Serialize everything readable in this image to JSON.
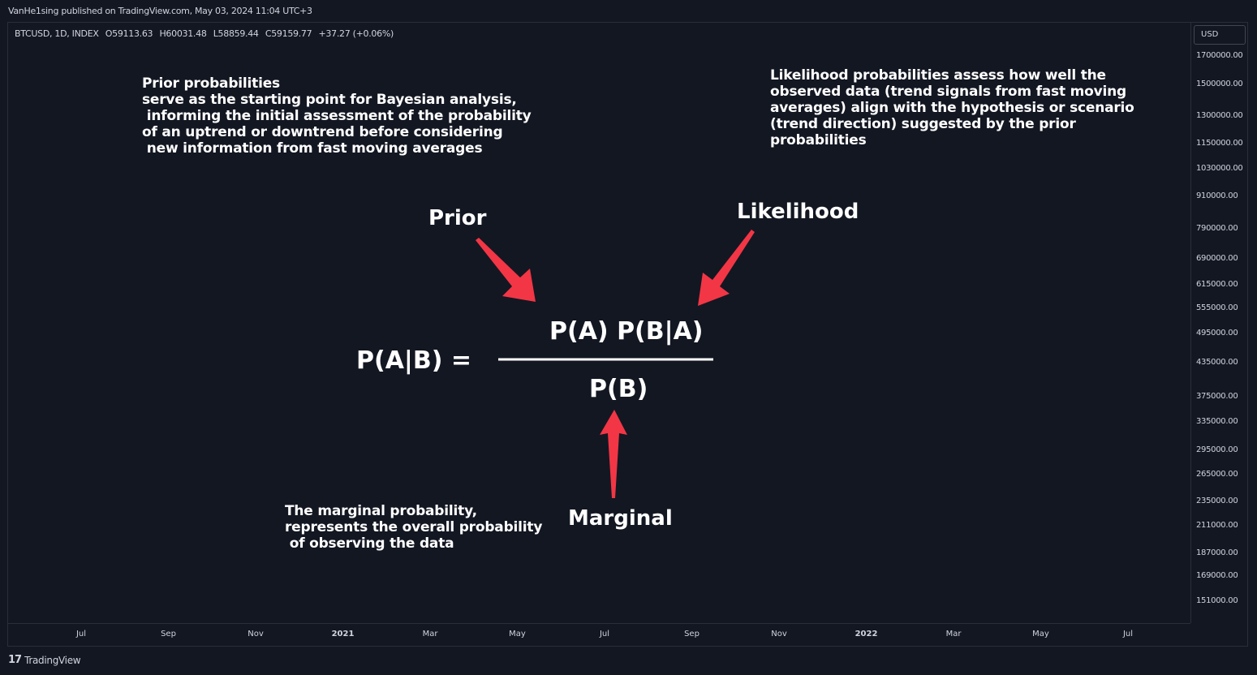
{
  "header": {
    "publish_line": "VanHe1sing published on TradingView.com, May 03, 2024 11:04 UTC+3"
  },
  "symbol_info": {
    "symbol": "BTCUSD, 1D, INDEX",
    "open": "O59113.63",
    "high": "H60031.48",
    "low": "L58859.44",
    "close": "C59159.77",
    "change": "+37.27 (+0.06%)"
  },
  "currency": "USD",
  "colors": {
    "background": "#131722",
    "text": "#d1d4dc",
    "annotation_text": "#ffffff",
    "arrow": "#f23645"
  },
  "annotations": {
    "prior_note": "Prior probabilities\nserve as the starting point for Bayesian analysis,\n informing the initial assessment of the probability\nof an uptrend or downtrend before considering\n new information from fast moving averages",
    "likelihood_note": "Likelihood probabilities assess how well the\nobserved data (trend signals from fast moving\naverages) align with the hypothesis or scenario\n(trend direction) suggested by the prior\nprobabilities",
    "marginal_note": "The marginal probability,\nrepresents the overall probability\n of observing the data",
    "prior_label": "Prior",
    "likelihood_label": "Likelihood",
    "marginal_label": "Marginal"
  },
  "formula": {
    "lhs": "P(A|B) =",
    "numerator": "P(A) P(B|A)",
    "denominator": "P(B)"
  },
  "footer": {
    "brand": "TradingView",
    "logo_icon": "tradingview-logo-icon"
  },
  "chart_data": {
    "type": "line",
    "symbol": "BTCUSD",
    "interval": "1D",
    "y_scale": "log",
    "y_ticks": [
      "1700000.00",
      "1500000.00",
      "1300000.00",
      "1150000.00",
      "1030000.00",
      "910000.00",
      "790000.00",
      "690000.00",
      "615000.00",
      "555000.00",
      "495000.00",
      "435000.00",
      "375000.00",
      "335000.00",
      "295000.00",
      "265000.00",
      "235000.00",
      "211000.00",
      "187000.00",
      "169000.00",
      "151000.00"
    ],
    "x_ticks": [
      {
        "label": "Jul",
        "year_marker": false
      },
      {
        "label": "Sep",
        "year_marker": false
      },
      {
        "label": "Nov",
        "year_marker": false
      },
      {
        "label": "2021",
        "year_marker": true
      },
      {
        "label": "Mar",
        "year_marker": false
      },
      {
        "label": "May",
        "year_marker": false
      },
      {
        "label": "Jul",
        "year_marker": false
      },
      {
        "label": "Sep",
        "year_marker": false
      },
      {
        "label": "Nov",
        "year_marker": false
      },
      {
        "label": "2022",
        "year_marker": true
      },
      {
        "label": "Mar",
        "year_marker": false
      },
      {
        "label": "May",
        "year_marker": false
      },
      {
        "label": "Jul",
        "year_marker": false
      }
    ],
    "series": []
  }
}
